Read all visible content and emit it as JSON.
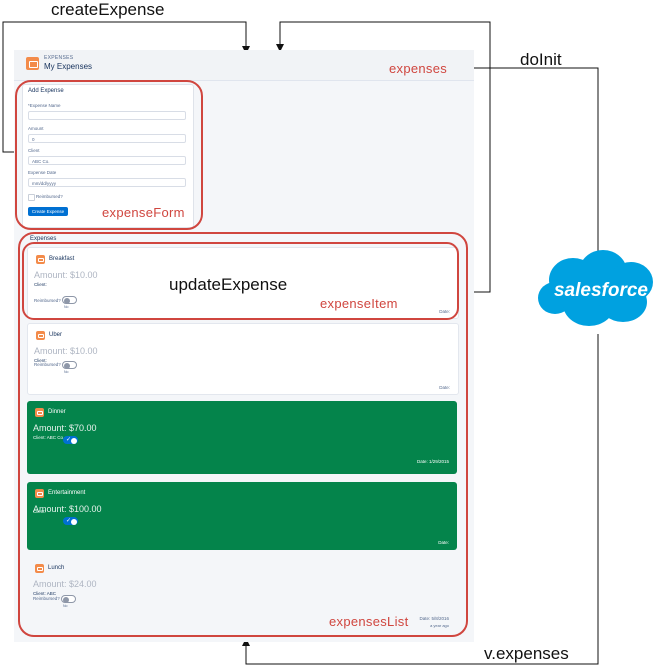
{
  "annotations": {
    "create_expense": "createExpense",
    "do_init": "doInit",
    "update_expense": "updateExpense",
    "v_expenses": "v.expenses",
    "expenses": "expenses",
    "expense_form": "expenseForm",
    "expense_item": "expenseItem",
    "expenses_list": "expensesList"
  },
  "header": {
    "object_label": "EXPENSES",
    "title": "My Expenses"
  },
  "form": {
    "title": "Add Expense",
    "name_label": "*Expense Name",
    "amount_label": "Amount",
    "amount_value": "0",
    "client_label": "Client",
    "client_placeholder": "ABC Co.",
    "date_label": "Expense Date",
    "date_placeholder": "mm/dd/yyyy",
    "reimbursed_label": "Reimbursed?",
    "create_button": "Create Expense"
  },
  "list": {
    "title": "Expenses",
    "items": [
      {
        "name": "Breakfast",
        "amount": "Amount: $10.00",
        "client": "Client:",
        "reimbursed_label": "Reimbursed?",
        "toggle_sub": "No",
        "date": "Date:",
        "ago": "",
        "reimbursed": false
      },
      {
        "name": "Uber",
        "amount": "Amount: $10.00",
        "client": "Client:",
        "reimbursed_label": "Reimbursed?",
        "toggle_sub": "No",
        "date": "Date:",
        "ago": "",
        "reimbursed": false
      },
      {
        "name": "Dinner",
        "amount": "Amount: $70.00",
        "client": "Client: ABC Co.",
        "reimbursed_label": "",
        "toggle_sub": "",
        "date": "Date: 1/29/2015",
        "ago": "",
        "reimbursed": true
      },
      {
        "name": "Entertainment",
        "amount": "Amount: $100.00",
        "client": "Client:",
        "reimbursed_label": "",
        "toggle_sub": "",
        "date": "Date:",
        "ago": "",
        "reimbursed": true
      },
      {
        "name": "Lunch",
        "amount": "Amount: $24.00",
        "client": "Client: ABC",
        "reimbursed_label": "Reimbursed?",
        "toggle_sub": "No",
        "date": "Date: 5/8/2016",
        "ago": "a year ago",
        "reimbursed": false
      }
    ]
  },
  "salesforce": {
    "logo_text": "salesforce"
  },
  "colors": {
    "annotation_red": "#d0463f",
    "reimbursed_green": "#04844b",
    "salesforce_blue": "#00a1e0",
    "button_blue": "#0070d2",
    "icon_orange": "#f38b4a"
  }
}
